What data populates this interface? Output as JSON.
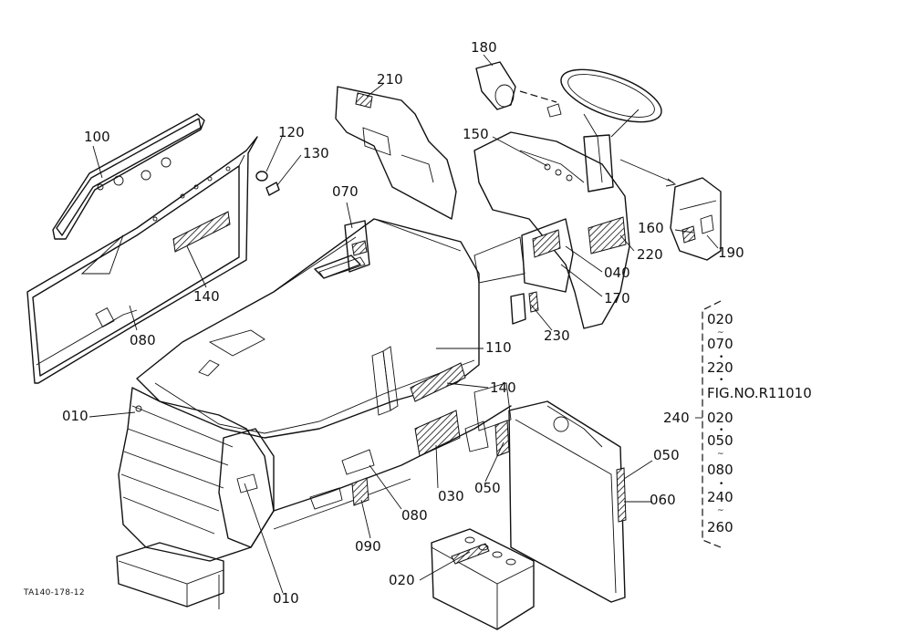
{
  "callouts": [
    {
      "id": "c100",
      "text": "100"
    },
    {
      "id": "c120",
      "text": "120"
    },
    {
      "id": "c130",
      "text": "130"
    },
    {
      "id": "c140a",
      "text": "140"
    },
    {
      "id": "c080a",
      "text": "080"
    },
    {
      "id": "c010a",
      "text": "010"
    },
    {
      "id": "c070",
      "text": "070"
    },
    {
      "id": "c210",
      "text": "210"
    },
    {
      "id": "c180",
      "text": "180"
    },
    {
      "id": "c150",
      "text": "150"
    },
    {
      "id": "c160",
      "text": "160"
    },
    {
      "id": "c190",
      "text": "190"
    },
    {
      "id": "c220",
      "text": "220"
    },
    {
      "id": "c040",
      "text": "040"
    },
    {
      "id": "c170",
      "text": "170"
    },
    {
      "id": "c230",
      "text": "230"
    },
    {
      "id": "c110",
      "text": "110"
    },
    {
      "id": "c140b",
      "text": "140"
    },
    {
      "id": "c050a",
      "text": "050"
    },
    {
      "id": "c030",
      "text": "030"
    },
    {
      "id": "c080b",
      "text": "080"
    },
    {
      "id": "c090",
      "text": "090"
    },
    {
      "id": "c010b",
      "text": "010"
    },
    {
      "id": "c020",
      "text": "020"
    },
    {
      "id": "c050b",
      "text": "050"
    },
    {
      "id": "c060",
      "text": "060"
    },
    {
      "id": "c240",
      "text": "240"
    }
  ],
  "serial_list": {
    "entries": [
      "020",
      "070",
      "220",
      "FIG.NO.R11010",
      "020",
      "050",
      "080",
      "240",
      "260"
    ],
    "separators": [
      "~",
      "•",
      "•",
      "•",
      "~",
      "•",
      "~"
    ]
  },
  "drawing_code": "TA140-178-12"
}
